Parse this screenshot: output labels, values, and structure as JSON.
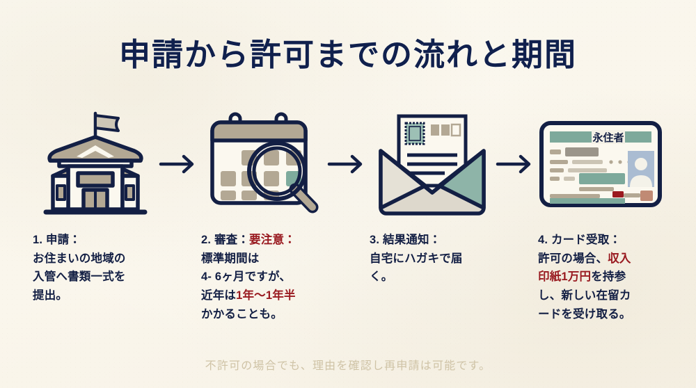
{
  "page": {
    "title": "申請から許可までの流れと期間",
    "background_color": "#fbf8ef",
    "navy": "#131f44",
    "red": "#991a20",
    "teal": "#7da99b",
    "tan": "#b3a894"
  },
  "steps": [
    {
      "icon": "government-building-icon",
      "heading": "1. 申請：",
      "body_before": "お住まいの地域の\n入管へ書類一式を\n提出。",
      "highlight": "",
      "body_after": "",
      "tail": ""
    },
    {
      "icon": "calendar-magnifier-icon",
      "heading": "2. 審査：",
      "heading_highlight": "要注意：",
      "body_before": "標準期間は\n4- 6ヶ月ですが、\n近年は",
      "highlight": "1年〜1年半",
      "body_after": "\nかかることも。",
      "tail": ""
    },
    {
      "icon": "envelope-letter-icon",
      "heading": "3. 結果通知：",
      "body_before": "自宅にハガキで届\nく。",
      "highlight": "",
      "body_after": "",
      "tail": ""
    },
    {
      "icon": "residence-card-icon",
      "heading": "4. カード受取：",
      "body_before": "許可の場合、",
      "highlight": "収入\n印紙1万円",
      "body_after": "を持参\nし、新しい在留カ\nードを受け取る。",
      "tail": ""
    }
  ],
  "arrows": {
    "glyph": "arrow-right-icon",
    "count": 3
  },
  "card": {
    "label": "永住者"
  },
  "footer": {
    "note": "不許可の場合でも、理由を確認し再申請は可能です。"
  }
}
